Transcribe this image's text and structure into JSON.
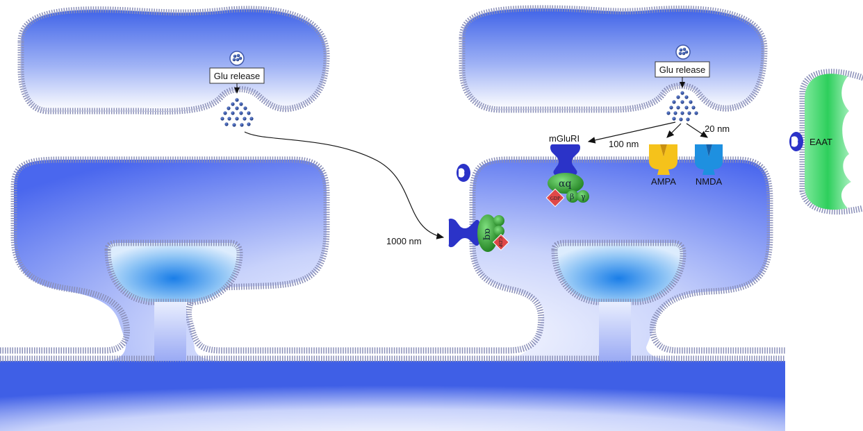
{
  "labels": {
    "glu_release_left": "Glu release",
    "glu_release_right": "Glu release",
    "dist_1000": "1000 nm",
    "dist_100": "100 nm",
    "dist_20": "20 nm",
    "mglur": "mGluRI",
    "ampa": "AMPA",
    "nmda": "NMDA",
    "eaat": "EAAT",
    "alpha_q_1": "αq",
    "alpha_q_2": "αq",
    "beta": "β",
    "gamma": "γ",
    "gdp_1": "GDP",
    "gdp_2": "GDP"
  },
  "colors": {
    "cell_blue": "#4f6ff2",
    "membrane": "#8a8fb8",
    "vesicle": "#1d3f9a",
    "receptor_blue": "#2b33c8",
    "g_protein_green": "#2a9a2a",
    "gdp_red": "#e04848",
    "ampa_yellow": "#f5c21b",
    "nmda_blue": "#1e90e0",
    "eaat_green": "#3ed46a"
  }
}
